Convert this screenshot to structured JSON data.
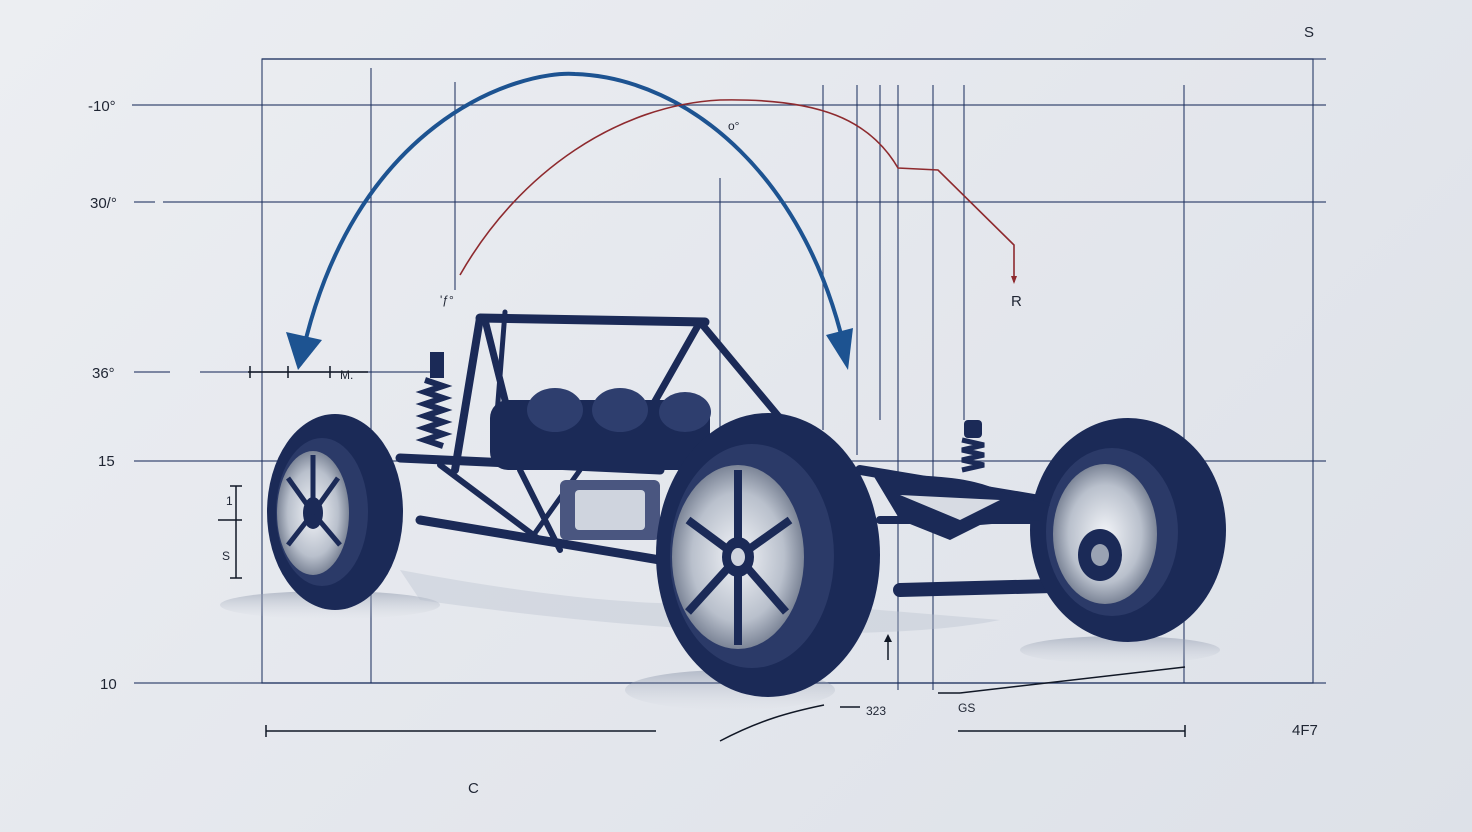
{
  "diagram": {
    "left_labels": [
      "-10°",
      "30/°",
      "36°",
      "15",
      "10"
    ],
    "corner_label": "S",
    "red_arc_label": "o°",
    "red_end_label": "R",
    "blue_start_label": "'ƒ°",
    "marker_label": "M.",
    "dim_small_top": "1",
    "dim_small_bottom": "S",
    "bottom_center_left": "323",
    "bottom_center_right": "GS",
    "right_bottom_label": "4F7",
    "bottom_label": "C",
    "colors": {
      "grid": "#1c2f5e",
      "blue_arrow": "#1d5391",
      "red_arc": "#8e2a2e",
      "chassis": "#1b2a57",
      "rim": "#c7ccd6"
    }
  }
}
